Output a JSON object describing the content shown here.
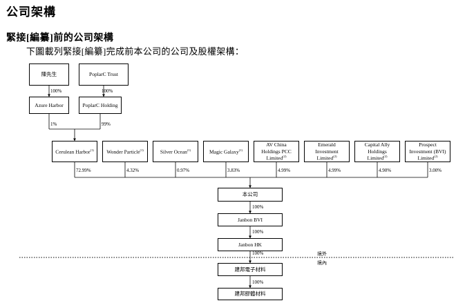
{
  "title": "公司架構",
  "subtitle": "緊接[編纂]前的公司架構",
  "intro": "下圖載列緊接[編纂]完成前本公司的公司及股權架構：",
  "top": {
    "chen": "陳先生",
    "poplar_trust": "PoplarC Trust",
    "pct_chen_azure": "100%",
    "pct_trust_holding": "100%",
    "azure": "Azure Harbor",
    "poplar_holding": "PoplarC Holding",
    "pct_azure": "1%",
    "pct_holding": "99%"
  },
  "shareholders": [
    {
      "name": "Cerulean Harbor",
      "note": "(1)",
      "pct": "72.99%"
    },
    {
      "name": "Wonder Particle",
      "note": "(1)",
      "pct": "4.32%"
    },
    {
      "name": "Silver Ocean",
      "note": "(1)",
      "pct": "0.97%"
    },
    {
      "name": "Magic Galaxy",
      "note": "(1)",
      "pct": "3.83%"
    },
    {
      "name": "AV China Holdings PCC Limited",
      "note": "(2)",
      "pct": "4.99%"
    },
    {
      "name": "Emerald Investment Limited",
      "note": "(2)",
      "pct": "4.99%"
    },
    {
      "name": "Capital Ally Holdings Limited",
      "note": "(2)",
      "pct": "4.90%"
    },
    {
      "name": "Prospect Investment (BVI) Limited",
      "note": "(2)",
      "pct": "3.00%"
    }
  ],
  "chain": {
    "company": "本公司",
    "pct1": "100%",
    "bvi": "Janbon BVI",
    "pct2": "100%",
    "hk": "Janbon HK",
    "pct3": "100%",
    "electronic": "建邦電子材料",
    "pct4": "100%",
    "adhesive": "建邦膠體材料"
  },
  "regions": {
    "offshore": "境外",
    "onshore": "境內"
  }
}
